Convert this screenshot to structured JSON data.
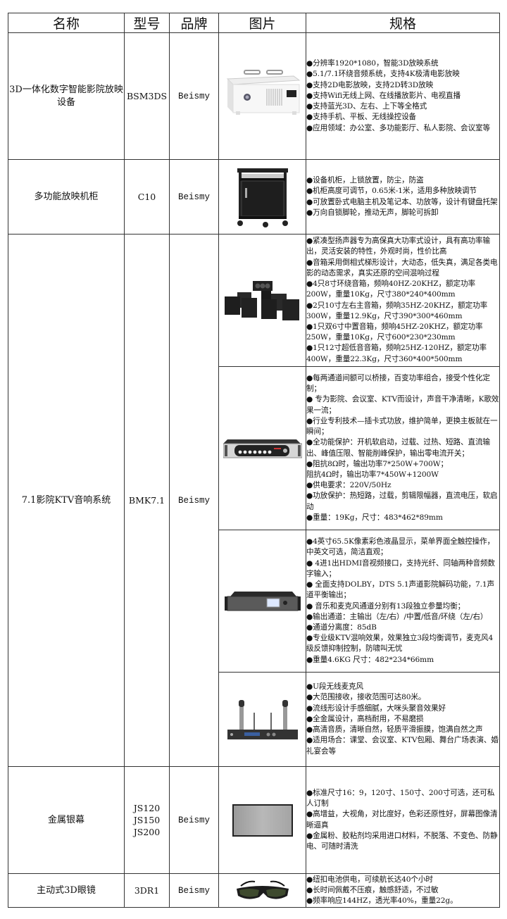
{
  "headers": {
    "name": "名称",
    "model": "型号",
    "brand": "品牌",
    "image": "图片",
    "spec": "规格"
  },
  "rows": {
    "projector": {
      "name": "3D一体化数字智能影院放映设备",
      "model": "BSM3DS",
      "brand": "Beismy",
      "image": "white-3d-projector-image",
      "specs": [
        "●分辨率1920*1080，智能3D放映系统",
        "●5.1/7.1环绕音频系统，支持4K极清电影放映",
        "●支持2D电影放映，支持2D转3D放映",
        "●支持Wifi无线上网、在线播放影片、电视直播",
        "●支持蓝光3D、左右、上下等全格式",
        "●支持手机、平板、无线操控设备",
        "●应用领域：办公室、多功能影厅、私人影院、会议室等"
      ]
    },
    "cabinet": {
      "name": "多功能放映机柜",
      "model": "C10",
      "brand": "Beismy",
      "image": "black-cabinet-cart-image",
      "specs": [
        "●设备机柜，上锁放置，防尘，防盗",
        "●机柜高度可调节，0.65米-1米，适用多种放映调节",
        "●可放置卧式电脑主机及笔记本、功放等，设计有键盘托架",
        "●万向自锁脚轮，推动无声，脚轮可拆卸"
      ]
    },
    "audio_system": {
      "name": "7.1影院KTV音响系统",
      "model": "BMK7.1",
      "brand": "Beismy",
      "sub_items": [
        {
          "image": "speaker-set-image",
          "specs": [
            "●紧凑型扬声器专为高保真大功率式设计，具有高功率输出，灵活安装的特性，外观时尚，性价比高",
            "●音箱采用倒相式梯形设计，大动态，低失真，满足各类电影的动态需求，真实还原的空间混响过程",
            "●4只8寸环绕音箱，频响40HZ-20KHZ，额定功率200W，重量10Kg，尺寸380*240*400mm",
            "●2只10寸左右主音箱，频响35HZ-20KHZ，额定功率300W，重量12.9Kg，尺寸390*300*460mm",
            "●1只双6寸中置音箱，频响45HZ-20KHZ，额定功率250W，重量10Kg，尺寸600*230*230mm",
            "●1只12寸超低音音箱，频响25HZ-120HZ，额定功率400W，重量22.3Kg，尺寸360*400*500mm"
          ]
        },
        {
          "image": "power-amplifier-image",
          "specs": [
            "●每两通道间额可以桥接，百变功率组合，接受个性化定制；",
            "● 专为影院、会议室、KTV而设计，声音干净清晰，K歌效果一流；",
            "●行业专利技术—插卡式功放，维护简单，更换主板就在一瞬间；",
            "●全功能保护：开机软启动，过载、过热、短路、直流输出、峰值压限、智能削峰保护，输出零电流开关；",
            "●阻抗8Ω时，输出功率7*250W+700W；",
            "阻抗4Ω时，输出功率7*450W+1200W",
            "●供电要求：220V/50Hz",
            "●功放保护：热短路，过载，剪辑限幅器，直流电压，软启动",
            "●重量：19Kg，尺寸：483*462*89mm"
          ]
        },
        {
          "image": "audio-decoder-processor-image",
          "specs": [
            "●4英寸65.5K像素彩色液晶显示，菜单界面全触控操作，中英文可选，简洁直观；",
            "● 4进1出HDMI音视频接口，支持光纤、同轴两种音频数字输入；",
            "● 全面支持DOLBY，DTS 5.1声道影院解码功能，7.1声道平衡输出；",
            "● 音乐和麦克风通道分别有13段独立参量均衡；",
            "●输出通道：主输出（左/右）/中置/低音/环绕（左/右）",
            "●通道分离度：85dB",
            "●专业级KTV混响效果，效果独立3段均衡调节，麦克风4级反馈抑制控制，防啸叫无忧",
            "●重量4.6KG  尺寸：482*234*66mm"
          ]
        },
        {
          "image": "wireless-microphone-set-image",
          "specs": [
            "●U段无线麦克风",
            "●大范围接收，接收范围可达80米。",
            "●流线形设计手感细腻，大咪头聚音效果好",
            "●全金属设计，高档耐用，不易磨损",
            "●高清音质，清晰自然，轻质平滑振膜，饱满自然之声",
            "●适用场合：课堂、会议室、KTV包厢、舞台广场表演、婚礼宴会等"
          ]
        }
      ]
    },
    "screen": {
      "name": "金属银幕",
      "models": [
        "JS120",
        "JS150",
        "JS200"
      ],
      "brand": "Beismy",
      "image": "silver-screen-image",
      "specs": [
        "●标准尺寸16：9，120寸、150寸、200寸可选，还可私人订制",
        "●高增益，大视角，对比度好，色彩还原性好，屏幕图像清晰逼真",
        "●金属粉、胶粘剂均采用进口材料，不脱落、不变色、防静电、可随时清洗"
      ]
    },
    "glasses": {
      "name": "主动式3D眼镜",
      "model": "3DR1",
      "brand": "Beismy",
      "image": "3d-glasses-image",
      "specs": [
        "●纽扣电池供电，可续航长达40个小时",
        "●长时间佩戴不压痕，触感舒适，不过敏",
        "●频率响应144HZ，透光率40%，重量22g。"
      ]
    }
  }
}
